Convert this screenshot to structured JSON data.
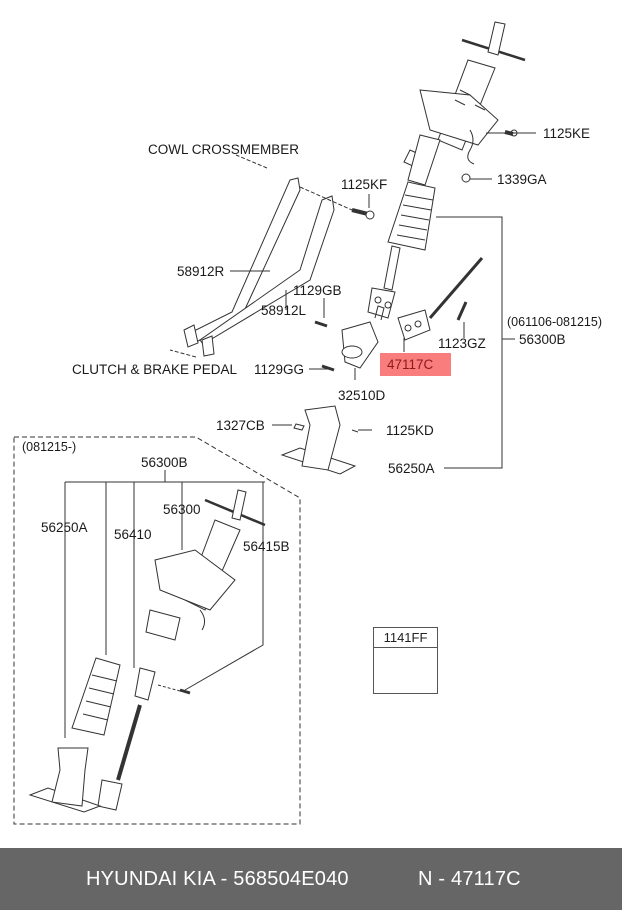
{
  "diagram": {
    "title": "Steering column and shaft exploded parts diagram",
    "labels": {
      "cowl_crossmember": "COWL CROSSMEMBER",
      "clutch_brake_pedal": "CLUTCH & BRAKE  PEDAL",
      "p1125KE": "1125KE",
      "p1339GA": "1339GA",
      "p1125KF": "1125KF",
      "p58912R": "58912R",
      "p1129GB": "1129GB",
      "p58912L": "58912L",
      "p1129GG": "1129GG",
      "p32510D": "32510D",
      "p47117C": "47117C",
      "p1123GZ": "1123GZ",
      "range_old": "(061106-081215)",
      "p56300B_top": "56300B",
      "p1327CB": "1327CB",
      "p1125KD": "1125KD",
      "p56250A_top": "56250A",
      "range_new": "(081215-)",
      "p56300B_inset": "56300B",
      "p56250A_inset": "56250A",
      "p56410": "56410",
      "p56300": "56300",
      "p56415B": "56415B",
      "legend_part": "1141FF"
    },
    "highlighted_part": "47117C",
    "highlight_color": "#fa7d7d"
  },
  "footer": {
    "brand": "HYUNDAI  KIA - 568504E040",
    "part": "N - 47117C",
    "background": "#666666"
  }
}
